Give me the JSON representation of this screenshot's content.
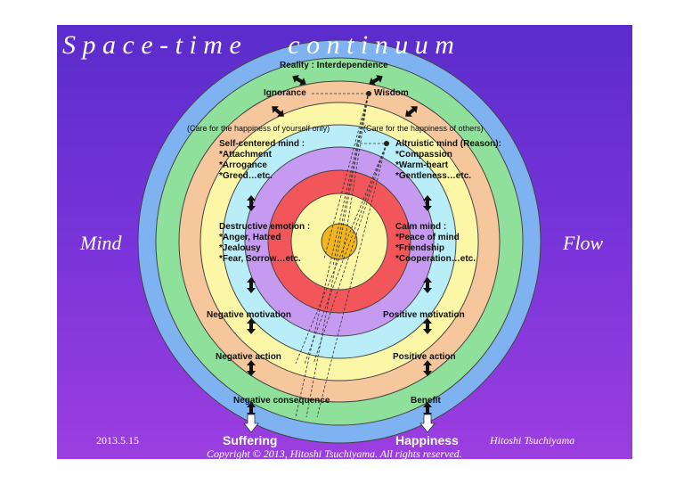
{
  "title": "S p a c e - t i m e       c o n t i n u u m",
  "left_label": "Mind",
  "right_label": "Flow",
  "top_label": "Reality : Interdependence",
  "ignorance": "Ignorance",
  "wisdom": "Wisdom",
  "care_self": "(Care for the happiness of yourself only)",
  "care_others": "(Care for the happiness of others)",
  "self_centered": "Self-centered mind :\n*Attachment\n*Arrogance\n*Greed…etc.",
  "altruistic": "Altruistic mind (Reason):\n*Compassion\n*Warm-heart\n*Gentleness…etc.",
  "destructive": "Destructive emotion :\n*Anger, Hatred\n*Jealousy\n*Fear, Sorrow…etc.",
  "calm": "Calm mind :\n*Peace of mind\n*Friendship\n*Cooperation…etc.",
  "neg_motivation": "Negative motivation",
  "pos_motivation": "Positive motivation",
  "neg_action": "Negative action",
  "pos_action": "Positive action",
  "neg_consequence": "Negative consequence",
  "benefit": "Benefit",
  "suffering": "Suffering",
  "happiness": "Happiness",
  "date": "2013.5.15",
  "author": "Hitoshi Tsuchiyama",
  "copyright": "Copyright © 2013, Hitoshi Tsuchiyama. All rights reserved.",
  "colors": {
    "background": "#7a36da",
    "ring_outer": "#7fb2f0",
    "ring_2": "#8fe09a",
    "ring_3": "#f6c69c",
    "ring_4": "#fbf7a6",
    "ring_5": "#b9eef8",
    "ring_6": "#c59af0",
    "ring_7": "#f2565a",
    "ring_core": "#f2b51e"
  }
}
